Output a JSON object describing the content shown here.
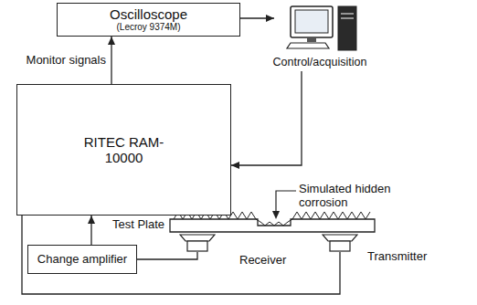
{
  "diagram": {
    "nodes": [
      {
        "text": [
          "Oscilloscope",
          "(Lecroy 9374M)"
        ]
      },
      {
        "text": [
          "Control/acquisition"
        ]
      },
      {
        "text": [
          "RITEC RAM-10000"
        ]
      },
      {
        "text": [
          "Change amplifier"
        ]
      },
      {
        "text": [
          "Receiver"
        ]
      },
      {
        "text": [
          "Transmitter"
        ]
      }
    ],
    "edges": [
      {
        "from": 2,
        "to": 0,
        "arrow": "to",
        "label": "Monitor signals"
      },
      {
        "from": 0,
        "to": 1,
        "arrow": "to"
      },
      {
        "from": 1,
        "to": 2,
        "arrow": "to"
      },
      {
        "from": 3,
        "to": 2,
        "arrow": "to"
      },
      {
        "from": 4,
        "to": 3,
        "arrow": "none"
      },
      {
        "from": 2,
        "to": 5,
        "arrow": "none"
      }
    ],
    "labels": [
      "Test Plate",
      "Simulated hidden corrosion"
    ]
  }
}
